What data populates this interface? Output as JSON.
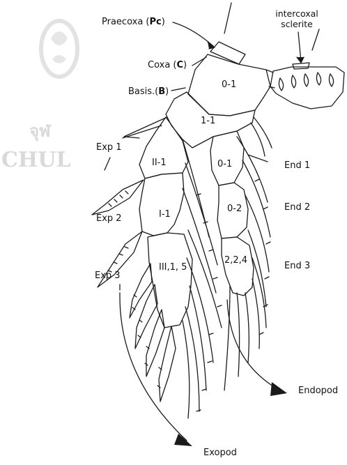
{
  "colors": {
    "ink": "#1a1a1a",
    "watermark": "#d9d9d9",
    "background": "#ffffff"
  },
  "watermark": {
    "line1": "จุฬ",
    "line2": "CHUL",
    "seal": "university-seal"
  },
  "labels": {
    "praecoxa_text": "Praecoxa (",
    "praecoxa_abbr": "Pc",
    "praecoxa_close": ")",
    "intercoxal_line1": "intercoxal",
    "intercoxal_line2": "sclerite",
    "coxa_text": "Coxa (",
    "coxa_abbr": "C",
    "coxa_close": ")",
    "basis_text": "Basis.(",
    "basis_abbr": "B",
    "basis_close": ")",
    "exp1": "Exp 1",
    "exp2": "Exp 2",
    "exp3": "Exp 3",
    "end1": "End 1",
    "end2": "End 2",
    "end3": "End 3",
    "endopod": "Endopod",
    "exopod": "Exopod"
  },
  "segment_formulas": {
    "coxa": "0-1",
    "basis": "1-1",
    "exp1": "II-1",
    "exp2": "I-1",
    "exp3": "III,1, 5",
    "end1": "0-1",
    "end2": "0-2",
    "end3": "2,2,4"
  }
}
